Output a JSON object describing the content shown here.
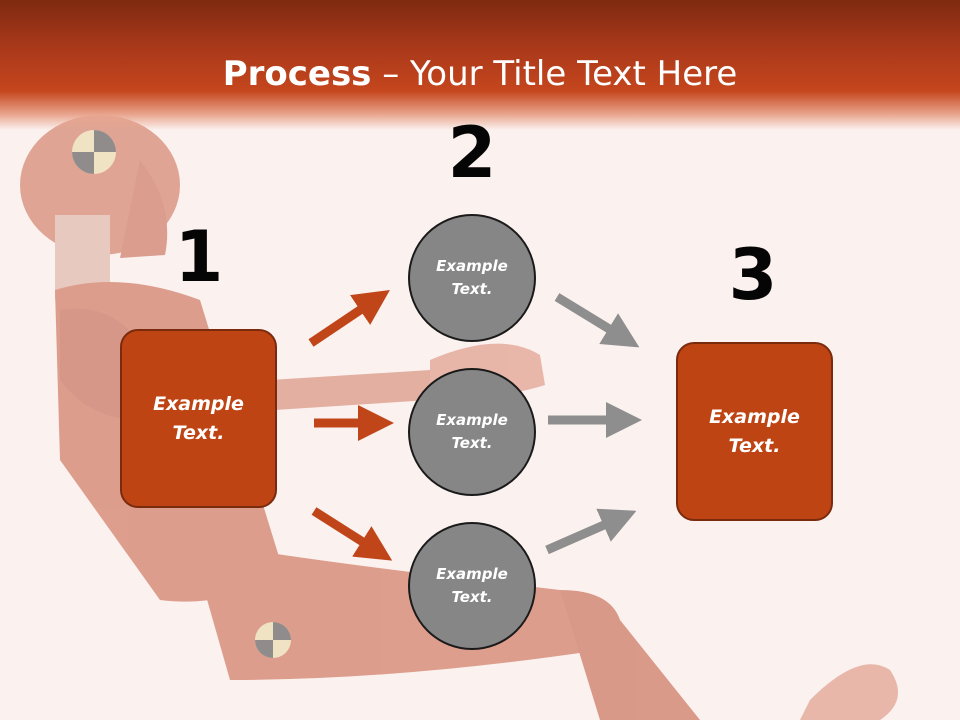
{
  "slide": {
    "title_bold": "Process",
    "title_rest": " – Your Title Text Here"
  },
  "steps": {
    "step1_number": "1",
    "step2_number": "2",
    "step3_number": "3"
  },
  "left_box": {
    "text": "Example Text."
  },
  "right_box": {
    "text": "Example Text."
  },
  "circles": [
    {
      "text": "Example Text."
    },
    {
      "text": "Example Text."
    },
    {
      "text": "Example Text."
    }
  ],
  "colors": {
    "accent": "#bf4414",
    "header_dark": "#7e2a10",
    "circle_fill": "#868686",
    "arrow_orange": "#c0461a",
    "arrow_gray": "#8e8e8e",
    "background": "#fbf1ef"
  }
}
